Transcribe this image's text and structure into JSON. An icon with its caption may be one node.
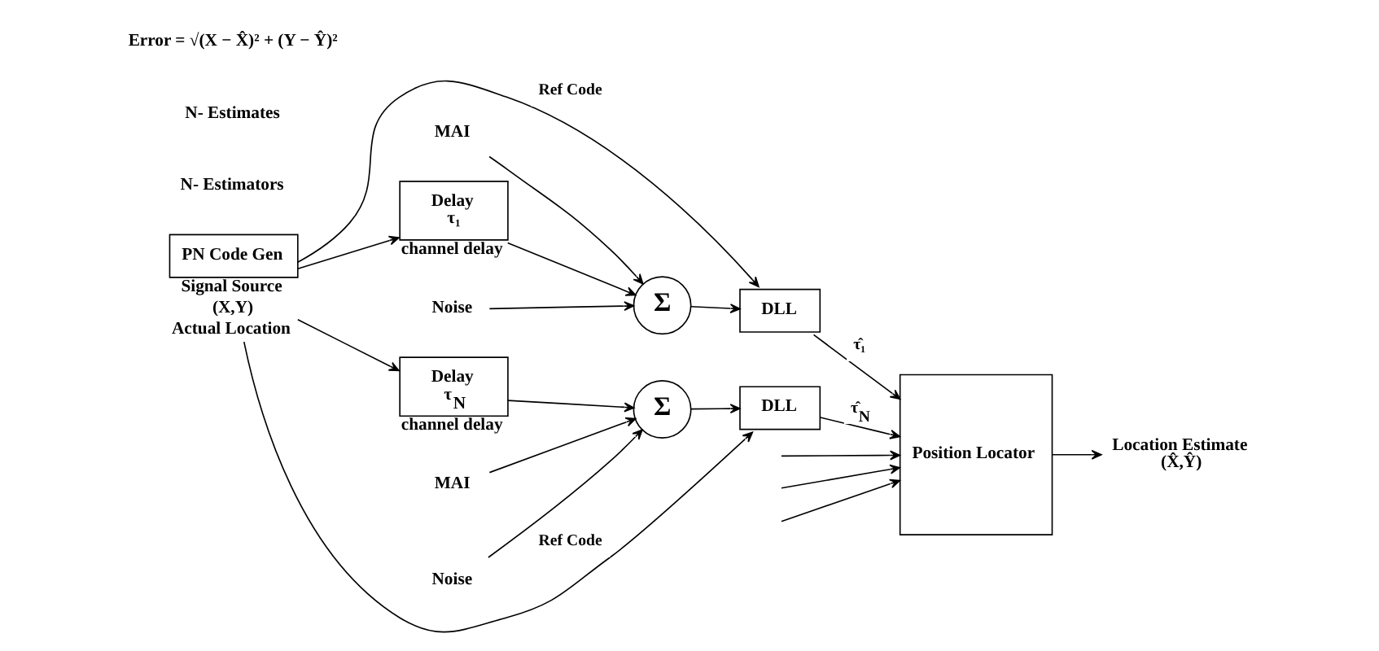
{
  "diagram": {
    "nodes": [
      {
        "text": [
          "PN Code Gen"
        ],
        "beside": [
          "Signal Source",
          "(X,Y)",
          "Actual Location"
        ]
      },
      {
        "text": [
          "Delay",
          "τ₁"
        ],
        "beside": [
          "channel delay"
        ]
      },
      {
        "text": [
          "Σ"
        ]
      },
      {
        "text": [
          "DLL"
        ]
      },
      {
        "text": [
          "MAI"
        ]
      },
      {
        "text": [
          "Noise"
        ]
      },
      {
        "text": [
          "Delay",
          "τ$_{N}$"
        ],
        "beside": [
          "channel delay"
        ]
      },
      {
        "text": [
          "Σ"
        ]
      },
      {
        "text": [
          "DLL"
        ]
      },
      {
        "text": [
          "MAI"
        ]
      },
      {
        "text": [
          "Noise"
        ]
      },
      {
        "text": [
          "Position Locator"
        ]
      },
      {
        "text": [
          "Location Estimate",
          "(X̂,Ŷ)"
        ]
      }
    ],
    "edges": [
      {
        "from": 0,
        "to": 1,
        "arrow": "to"
      },
      {
        "from": 0,
        "to": 3,
        "arrow": "to",
        "label": "Ref Code"
      },
      {
        "from": 1,
        "to": 2,
        "arrow": "to"
      },
      {
        "from": 4,
        "to": 2,
        "arrow": "to"
      },
      {
        "from": 5,
        "to": 2,
        "arrow": "to"
      },
      {
        "from": 2,
        "to": 3,
        "arrow": "to"
      },
      {
        "from": 3,
        "to": 11,
        "arrow": "to",
        "label": "τ̂₁"
      },
      {
        "from": null,
        "to": 11,
        "arrow": "to"
      },
      {
        "from": null,
        "to": 11,
        "arrow": "to"
      },
      {
        "from": null,
        "to": 11,
        "arrow": "to"
      },
      {
        "from": 0,
        "to": 8,
        "arrow": "to",
        "label": "Ref Code"
      },
      {
        "from": 0,
        "to": 6,
        "arrow": "to"
      },
      {
        "from": 6,
        "to": 7,
        "arrow": "to"
      },
      {
        "from": 9,
        "to": 7,
        "arrow": "to"
      },
      {
        "from": 10,
        "to": 7,
        "arrow": "to"
      },
      {
        "from": 7,
        "to": 8,
        "arrow": "to"
      },
      {
        "from": 8,
        "to": 11,
        "arrow": "to",
        "label": "τ̂$_{N}$"
      },
      {
        "from": 11,
        "to": 12,
        "arrow": "to"
      }
    ],
    "labels": [
      "N- Estimators",
      "N- Estimates",
      "Error = √(X − X̂)² + (Y − Ŷ)²"
    ]
  }
}
